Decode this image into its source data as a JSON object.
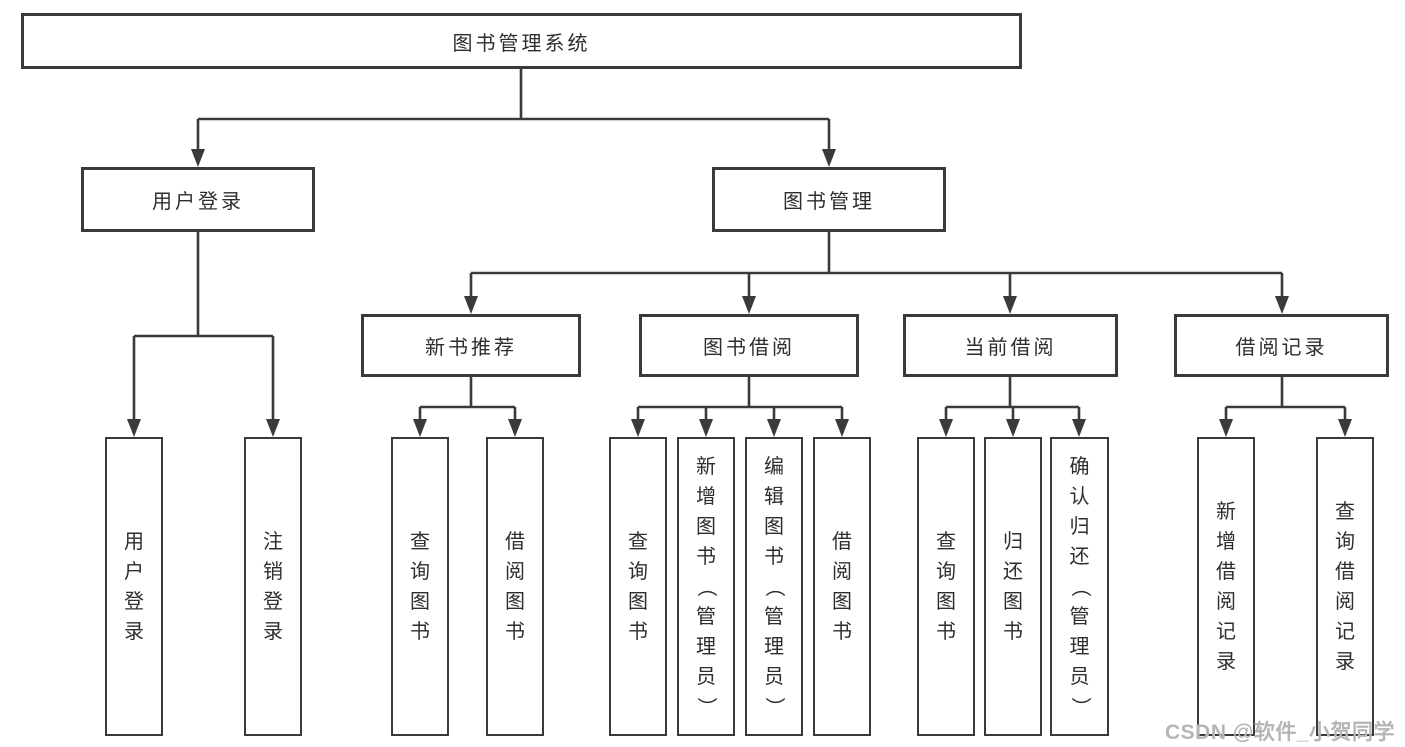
{
  "diagram": {
    "root": {
      "label": "图书管理系统"
    },
    "branches": [
      {
        "label": "用户登录",
        "children": [
          {
            "label": "用户登录"
          },
          {
            "label": "注销登录"
          }
        ]
      },
      {
        "label": "图书管理",
        "children": [
          {
            "label": "新书推荐",
            "children": [
              {
                "label": "查询图书"
              },
              {
                "label": "借阅图书"
              }
            ]
          },
          {
            "label": "图书借阅",
            "children": [
              {
                "label": "查询图书"
              },
              {
                "label": "新增图书（管理员）"
              },
              {
                "label": "编辑图书（管理员）"
              },
              {
                "label": "借阅图书"
              }
            ]
          },
          {
            "label": "当前借阅",
            "children": [
              {
                "label": "查询图书"
              },
              {
                "label": "归还图书"
              },
              {
                "label": "确认归还（管理员）"
              }
            ]
          },
          {
            "label": "借阅记录",
            "children": [
              {
                "label": "新增借阅记录"
              },
              {
                "label": "查询借阅记录"
              }
            ]
          }
        ]
      }
    ],
    "watermark": "CSDN @软件_小贺同学",
    "colors": {
      "line": "#3a3a3a",
      "text": "#2e2e2e",
      "watermark": "#b5b5b5",
      "background": "#ffffff"
    }
  }
}
